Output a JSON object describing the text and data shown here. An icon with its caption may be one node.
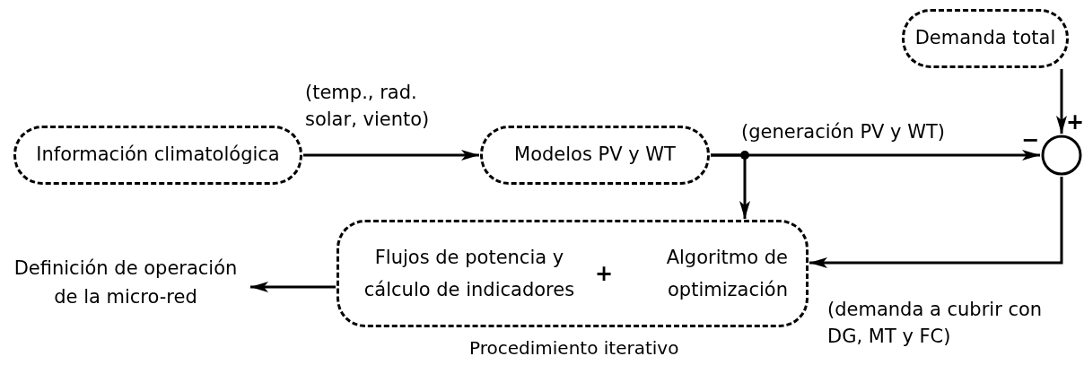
{
  "diagram": {
    "nodes": [
      {
        "text": [
          "Información climatológica"
        ]
      },
      {
        "text": [
          "Modelos PV y WT"
        ]
      },
      {
        "text": [
          "Demanda total"
        ]
      },
      {
        "text": [],
        "shape": "circle"
      },
      {
        "text": [
          "Flujos de potencia y cálculo de indicadores",
          "+",
          "Algoritmo de optimización"
        ],
        "beside": [
          "Procedimiento iterativo"
        ]
      },
      {
        "text": [
          "Definición de operación de la micro-red"
        ]
      }
    ],
    "edges": [
      {
        "from": 0,
        "to": 1,
        "arrow": "to",
        "label": "(temp., rad. solar, viento)"
      },
      {
        "from": 1,
        "to": 3,
        "arrow": "to",
        "label": "(generación PV y WT)"
      },
      {
        "from": 1,
        "to": 4,
        "arrow": "to"
      },
      {
        "from": 2,
        "to": 3,
        "arrow": "to"
      },
      {
        "from": 3,
        "to": 4,
        "arrow": "to",
        "label": "(demanda a cubrir con DG, MT y FC)"
      },
      {
        "from": 4,
        "to": 5,
        "arrow": "to"
      }
    ],
    "labels": [
      "+",
      "−"
    ]
  }
}
